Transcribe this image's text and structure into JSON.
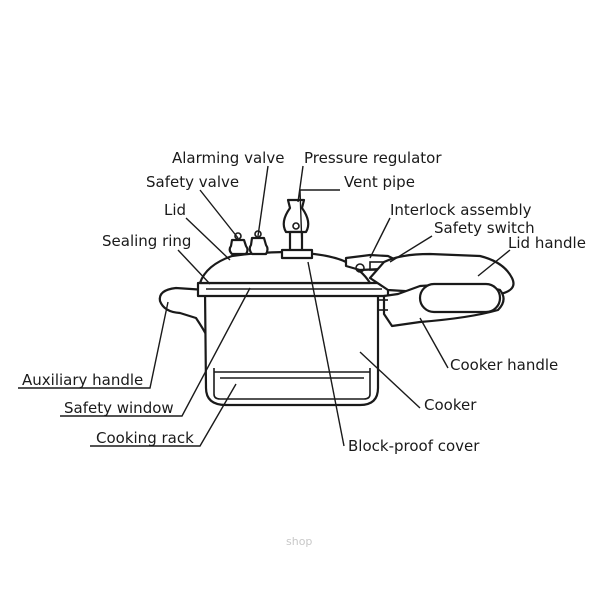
{
  "diagram": {
    "labels": {
      "alarming_valve": "Alarming valve",
      "pressure_regulator": "Pressure regulator",
      "safety_valve": "Safety valve",
      "vent_pipe": "Vent pipe",
      "lid": "Lid",
      "interlock_assembly": "Interlock assembly",
      "safety_switch": "Safety switch",
      "sealing_ring": "Sealing ring",
      "lid_handle": "Lid handle",
      "cooker_handle": "Cooker handle",
      "auxiliary_handle": "Auxiliary handle",
      "cooker": "Cooker",
      "safety_window": "Safety window",
      "cooking_rack": "Cooking rack",
      "block_proof_cover": "Block-proof cover"
    },
    "watermark": "shop"
  }
}
